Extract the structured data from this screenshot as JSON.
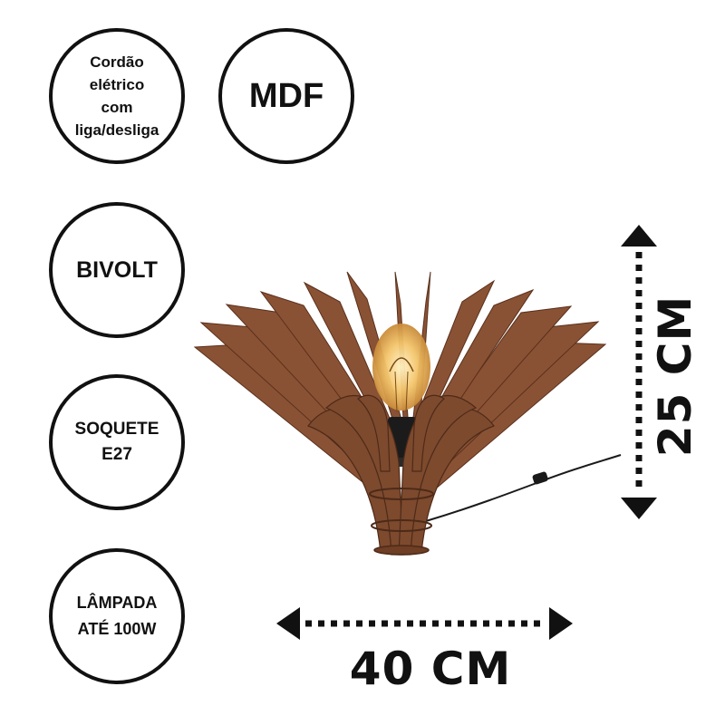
{
  "badges": {
    "cord": "Cordão\nelétrico\ncom\nliga/desliga",
    "mdf": "MDF",
    "bivolt": "BIVOLT",
    "socket": "SOQUETE\nE27",
    "bulb": "LÂMPADA\nATÉ 100W"
  },
  "dimensions": {
    "height": "25 CM",
    "width": "40 CM"
  },
  "colors": {
    "wood": "#8a5234",
    "wood_dark": "#6e3e25",
    "ink": "#111111",
    "bulb_glow": "#f3c46a"
  },
  "icons": {
    "arrows": "double-headed-dotted-arrow",
    "product": "mdf-table-lamp"
  }
}
